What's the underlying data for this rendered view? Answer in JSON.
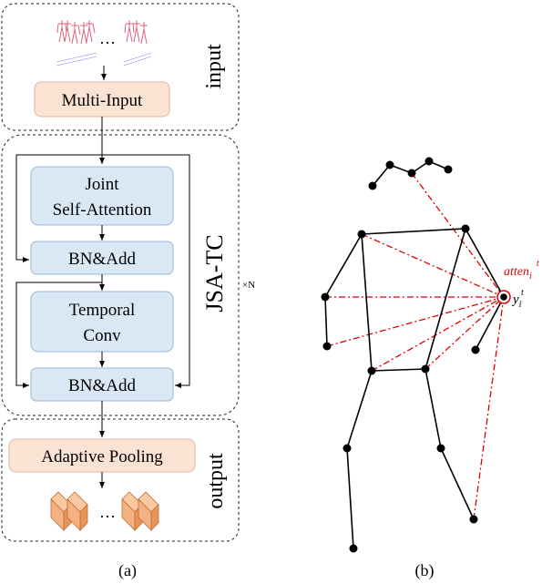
{
  "panel_a": {
    "caption": "(a)",
    "input_label": "input",
    "multi_input": "Multi-Input",
    "jsatc_label": "JSA-TC",
    "repeat": "×N",
    "joint_sa_line1": "Joint",
    "joint_sa_line2": "Self-Attention",
    "bn_add_1": "BN&Add",
    "temporal_line1": "Temporal",
    "temporal_line2": "Conv",
    "bn_add_2": "BN&Add",
    "adaptive_pooling": "Adaptive Pooling",
    "output_label": "output",
    "ellipsis": "…"
  },
  "panel_b": {
    "caption": "(b)",
    "atten_label": "atten",
    "atten_sup": "t",
    "atten_sub": "i",
    "y_label": "y",
    "y_sup": "t",
    "y_sub": "i"
  },
  "colors": {
    "block_blue": "#dae8f5",
    "block_blue_stroke": "#9ab8d8",
    "block_peach": "#fbe3d4",
    "block_peach_stroke": "#e2b598",
    "attention_red": "#e00000",
    "skeleton_black": "#000000",
    "cube_orange": "#f4b183"
  }
}
